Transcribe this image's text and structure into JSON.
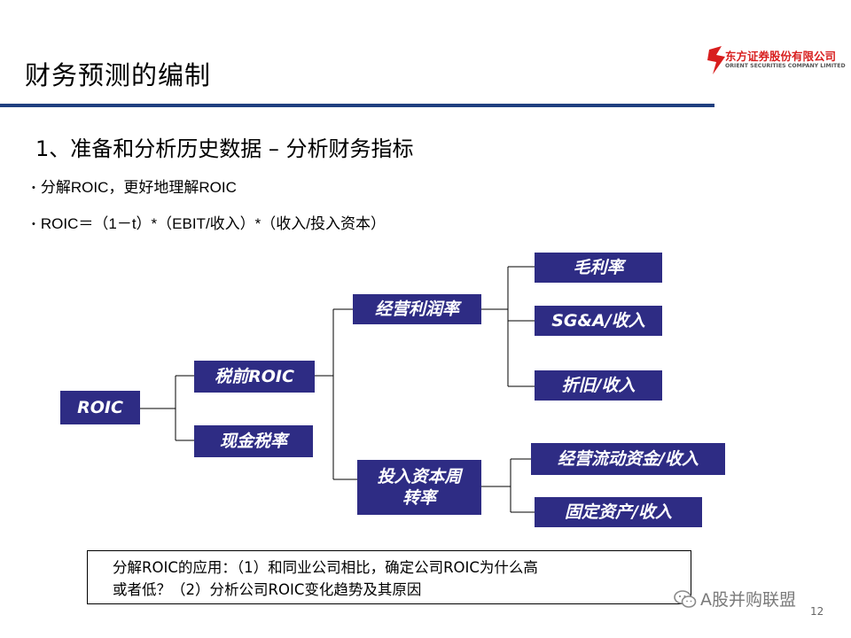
{
  "slide": {
    "title": "财务预测的编制",
    "subtitle": "1、准备和分析历史数据 – 分析财务指标",
    "bullets": [
      "分解ROIC，更好地理解ROIC",
      "ROIC＝（1－t）*（EBIT/收入）*（收入/投入资本）"
    ],
    "logo": {
      "name_cn": "东方证券股份有限公司",
      "name_en": "ORIENT SECURITIES COMPANY LIMITED",
      "color": "#d81e1e"
    },
    "tree": {
      "root": "ROIC",
      "pretax_roic": "税前ROIC",
      "cash_tax_rate": "现金税率",
      "operating_margin": "经营利润率",
      "capital_turnover_line1": "投入资本周",
      "capital_turnover_line2": "转率",
      "gross_margin": "毛利率",
      "sga_revenue": "SG&A/收入",
      "depreciation_revenue": "折旧/收入",
      "working_capital_revenue": "经营流动资金/收入",
      "fixed_assets_revenue": "固定资产/收入",
      "box_color": "#2e2c84"
    },
    "note": {
      "line1": "分解ROIC的应用：（1）和同业公司相比，确定公司ROIC为什么高",
      "line2": "或者低？（2）分析公司ROIC变化趋势及其原因"
    },
    "watermark": "A股并购联盟",
    "page_number": "12",
    "accent_color": "#1f3f80"
  }
}
